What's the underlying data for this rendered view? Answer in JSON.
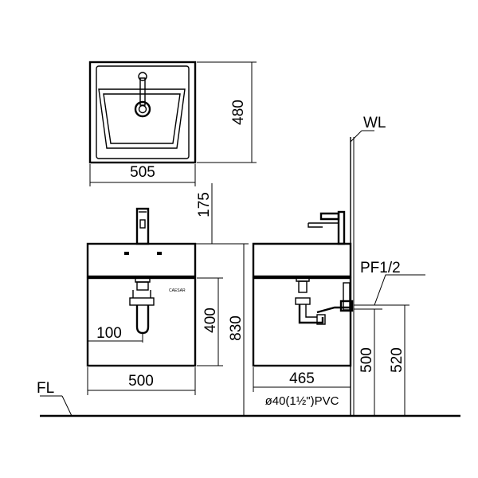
{
  "top_view": {
    "width_label": "505",
    "depth_label": "480"
  },
  "front_view": {
    "brand": "CAESAR",
    "faucet_height_label": "175",
    "cabinet_height_label": "400",
    "total_height_label": "830",
    "drain_offset_label": "100",
    "width_label": "500"
  },
  "side_view": {
    "wall_label": "WL",
    "pipe_label": "PF1/2",
    "depth_label": "465",
    "pipe_spec_label": "ø40(1½\")PVC",
    "drain_height_label": "500",
    "supply_height_label": "520"
  },
  "floor_label": "FL"
}
